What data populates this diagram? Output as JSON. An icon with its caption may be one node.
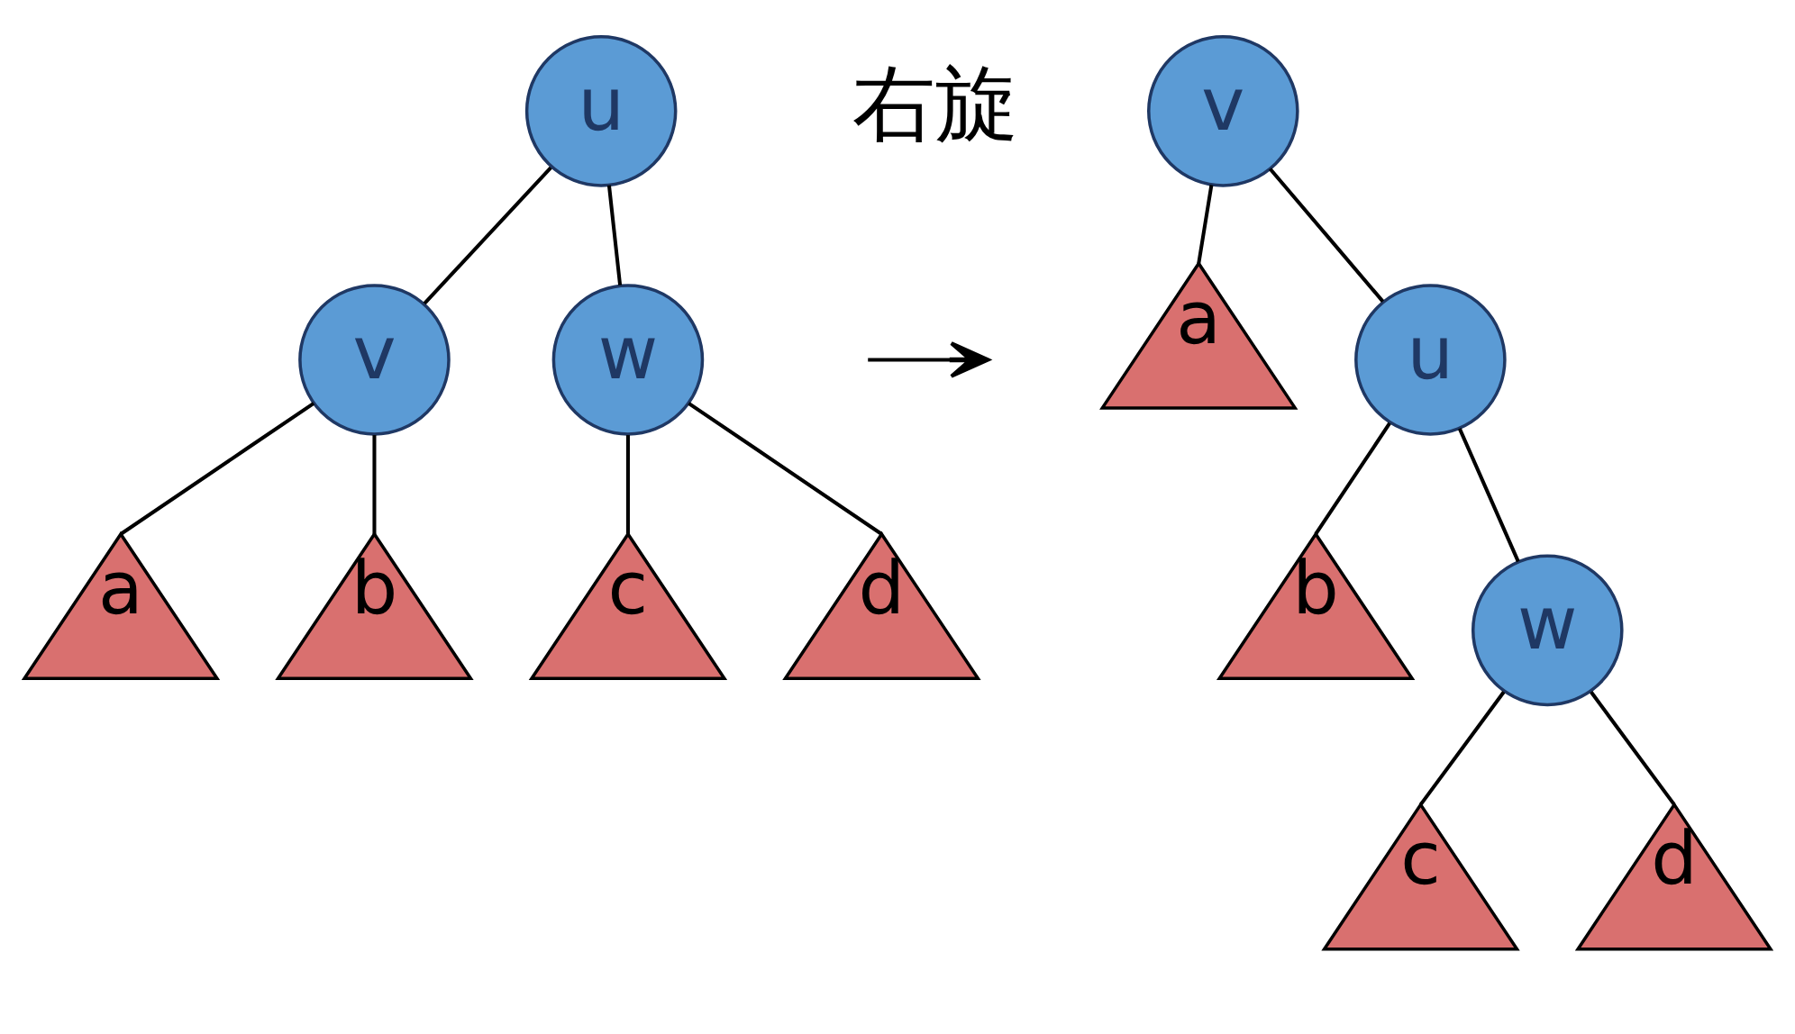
{
  "diagram": {
    "nodes": [
      {
        "text": [
          "u"
        ]
      },
      {
        "text": [
          "v"
        ]
      },
      {
        "text": [
          "w"
        ]
      },
      {
        "text": [
          "a"
        ]
      },
      {
        "text": [
          "b"
        ]
      },
      {
        "text": [
          "c"
        ]
      },
      {
        "text": [
          "d"
        ]
      },
      {
        "text": [
          "v"
        ]
      },
      {
        "text": [
          "a"
        ]
      },
      {
        "text": [
          "u"
        ]
      },
      {
        "text": [
          "b"
        ]
      },
      {
        "text": [
          "w"
        ]
      },
      {
        "text": [
          "c"
        ]
      },
      {
        "text": [
          "d"
        ]
      }
    ],
    "edges": [
      {
        "from": 0,
        "to": 1,
        "arrow": "none"
      },
      {
        "from": 0,
        "to": 2,
        "arrow": "none"
      },
      {
        "from": 1,
        "to": 3,
        "arrow": "none"
      },
      {
        "from": 1,
        "to": 4,
        "arrow": "none"
      },
      {
        "from": 2,
        "to": 5,
        "arrow": "none"
      },
      {
        "from": 2,
        "to": 6,
        "arrow": "none"
      },
      {
        "from": 7,
        "to": 8,
        "arrow": "none"
      },
      {
        "from": 7,
        "to": 9,
        "arrow": "none"
      },
      {
        "from": 9,
        "to": 10,
        "arrow": "none"
      },
      {
        "from": 9,
        "to": 11,
        "arrow": "none"
      },
      {
        "from": 11,
        "to": 12,
        "arrow": "none"
      },
      {
        "from": 11,
        "to": 13,
        "arrow": "none"
      }
    ],
    "labels": [
      "右旋"
    ]
  }
}
